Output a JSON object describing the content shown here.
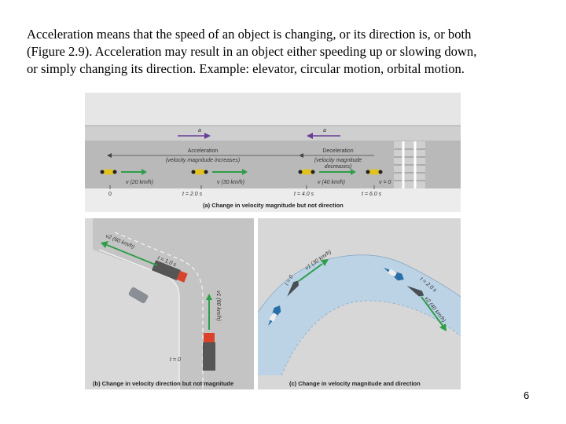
{
  "paragraph": {
    "lines": [
      "Acceleration means that the speed of an object is changing, or its direction is, or both",
      "(Figure 2.9). Acceleration may result in an object either speeding up or slowing down,",
      "or simply changing its direction. Example: elevator, circular motion, orbital motion."
    ]
  },
  "figure_a": {
    "arrow_a_left": "a",
    "arrow_a_right": "a",
    "acceleration": "Acceleration",
    "accel_note": "(velocity magnitude increases)",
    "deceleration": "Deceleration",
    "decel_note_1": "(velocity magnitude",
    "decel_note_2": "decreases)",
    "v1": "v (20 km/h)",
    "v2": "v (30 km/h)",
    "v3": "v (40 km/h)",
    "v4": "v = 0",
    "t1": "0",
    "t2": "t = 2.0 s",
    "t3": "t = 4.0 s",
    "t4": "t = 6.0 s",
    "caption": "(a) Change in velocity magnitude but not direction"
  },
  "figure_b": {
    "v_top": "v2 (60 km/h)",
    "t_top": "t = 1.0 s",
    "v_mid": "v1 (60 km/h)",
    "t_bottom": "t = 0",
    "caption": "(b) Change in velocity direction but not magnitude"
  },
  "figure_c": {
    "v_top": "v1 (30 km/h)",
    "t_left": "t = 0",
    "t_right": "t = 2.0 s",
    "v_right": "v2 (40 km/h)",
    "caption": "(c) Change in velocity magnitude and direction"
  },
  "page_number": "6",
  "colors": {
    "arrow_green": "#2e9e4a",
    "arrow_purple": "#6a3d9a",
    "road": "#b9b9b9",
    "road_band": "#cfcfcf",
    "water": "#bcd3e6",
    "cyclist": "#e1c21e"
  }
}
